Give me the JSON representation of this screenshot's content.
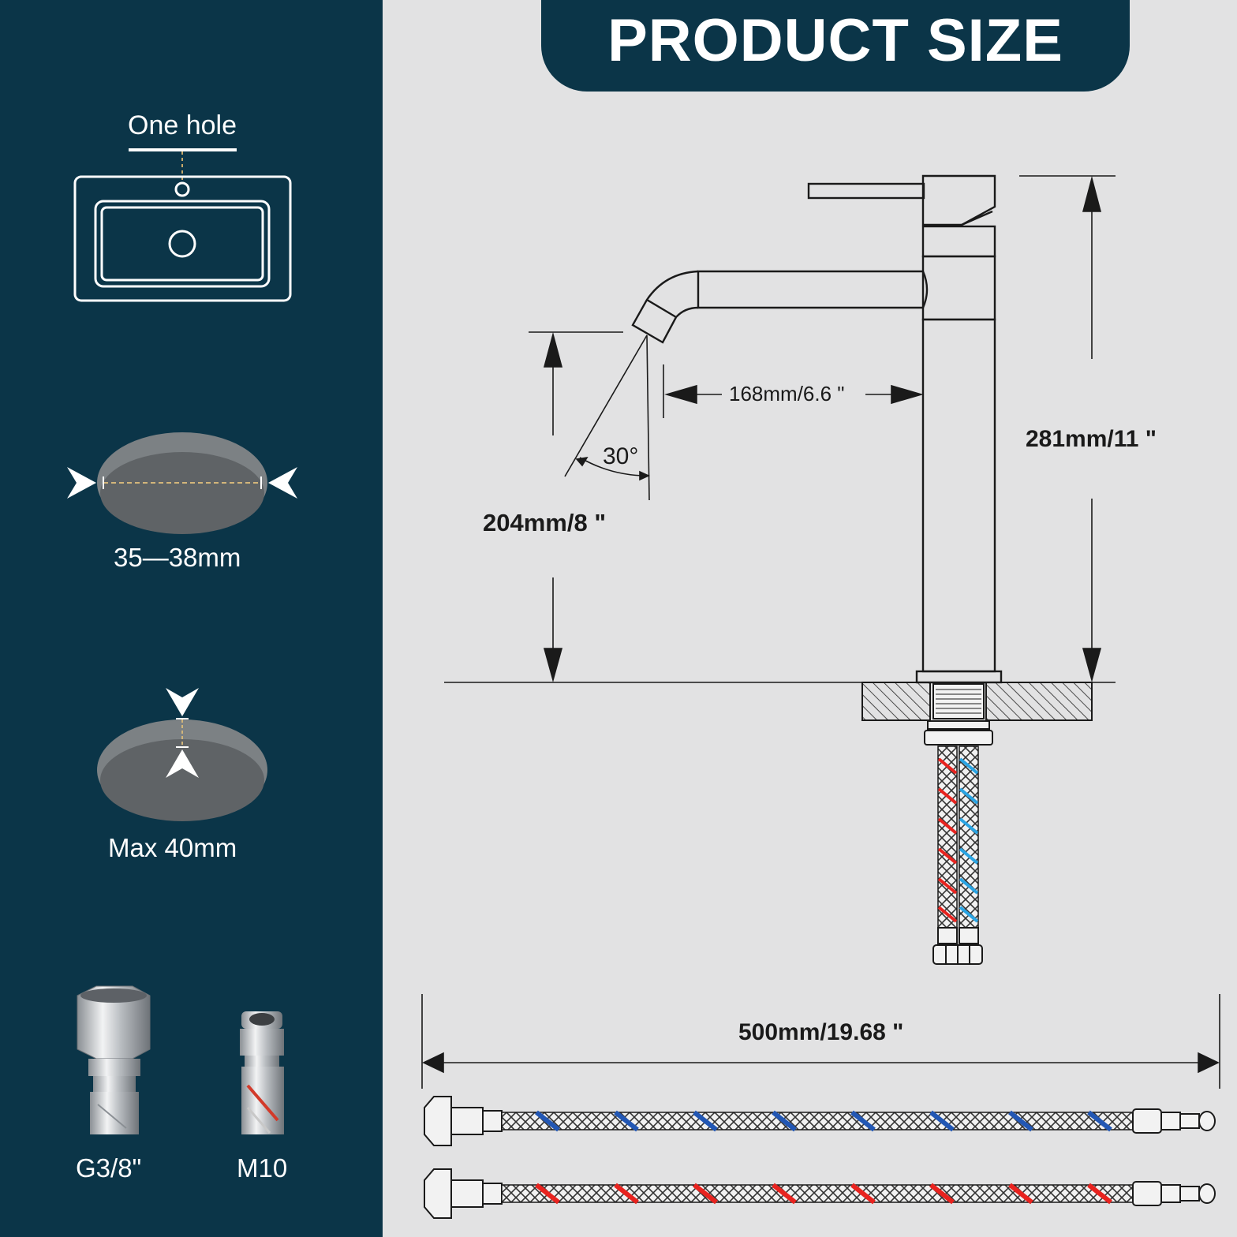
{
  "header": {
    "title": "PRODUCT SIZE"
  },
  "sidebar": {
    "hole_count_label": "One hole",
    "hole_diameter_label": "35—38mm",
    "max_thickness_label": "Max 40mm",
    "connectors": [
      {
        "label": "G3/8\"",
        "icon": "g38-fitting-icon"
      },
      {
        "label": "M10",
        "icon": "m10-fitting-icon"
      }
    ]
  },
  "dimensions": {
    "spout_reach": "168mm/6.6 \"",
    "total_height": "281mm/11 \"",
    "spout_height": "204mm/8 \"",
    "spout_angle": "30°",
    "hose_length": "500mm/19.68 \""
  },
  "colors": {
    "panel": "#0b3548",
    "background": "#e2e2e3",
    "hot": "#e8231f",
    "cold": "#2257b4",
    "cold_light": "#2aa4e3"
  }
}
